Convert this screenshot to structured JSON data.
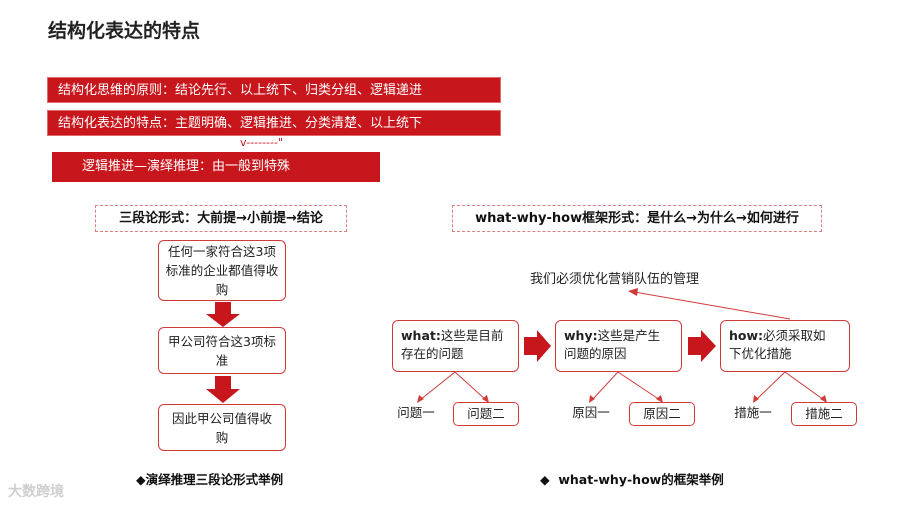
{
  "slide": {
    "title": "结构化表达的特点",
    "banner1": "结构化思维的原则：结论先行、以上统下、归类分组、逻辑递进",
    "banner2": "结构化表达的特点：主题明确、逻辑推进、分类清楚、以上统下",
    "marker": "v--------\"",
    "banner3": "逻辑推进—演绎推理：由一般到特殊"
  },
  "left": {
    "heading": "三段论形式：大前提→小前提→结论",
    "node1": "任何一家符合这3项标准的企业都值得收购",
    "node2": "甲公司符合这3项标准",
    "node3": "因此甲公司值得收购",
    "caption_bullet": "◆",
    "caption": "演绎推理三段论形式举例"
  },
  "right": {
    "heading": "what-why-how框架形式：是什么→为什么→如何进行",
    "goal": "我们必须优化营销队伍的管理",
    "what_key": "what:",
    "what_text": "这些是目前 存在的问题",
    "why_key": "why:",
    "why_text": "这些是产生 问题的原因",
    "how_key": "how:",
    "how_text": "必须采取如 下优化措施",
    "leaf_what_1": "问题一",
    "leaf_what_2": "问题二",
    "leaf_why_1": "原因一",
    "leaf_why_2": "原因二",
    "leaf_how_1": "措施一",
    "leaf_how_2": "措施二",
    "caption_bullet": "◆",
    "caption": "what-why-how的框架举例"
  },
  "watermark": "大数跨境",
  "colors": {
    "accent": "#c8161d",
    "border": "#d23a3a"
  }
}
